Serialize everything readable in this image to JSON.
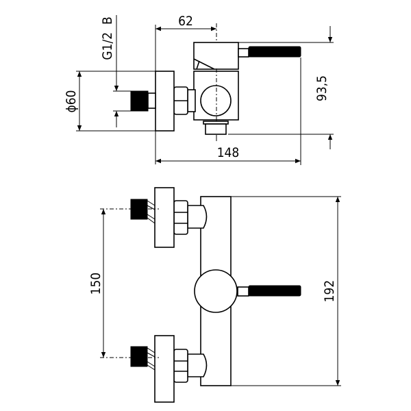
{
  "top_view": {
    "dim_62": "62",
    "dim_148": "148",
    "dim_93_5": "93,5",
    "dim_d60": "ϕ60",
    "thread_label": "G1/2  B"
  },
  "front_view": {
    "dim_150": "150",
    "dim_192": "192"
  }
}
